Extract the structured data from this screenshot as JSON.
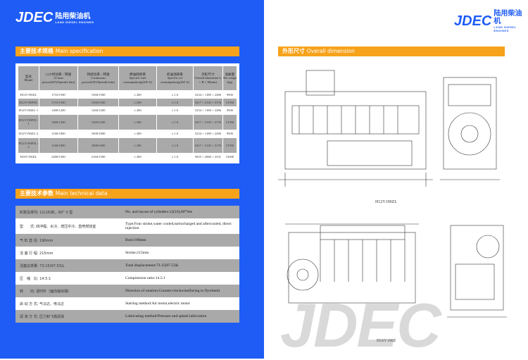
{
  "brand": {
    "logo": "JDEC",
    "name_cn": "陆用柴油机",
    "name_en": "LAND DIESEL ENGINES"
  },
  "colors": {
    "page_blue": "#1e5cf5",
    "accent_orange": "#f7a21b",
    "row_gray": "#a9a9a9"
  },
  "main_spec": {
    "title_cn": "主要技术规格",
    "title_en": "Main specification",
    "headers": [
      [
        "型号",
        "Model"
      ],
      [
        "12小时功率／转速",
        "12 hour power(kW)/Speed(r/min)"
      ],
      [
        "持续功率／转速",
        "Continuous power(kW)/Speed(r/min)"
      ],
      [
        "燃油耗耗率",
        "Specific fuel consumption(g/kW·h)"
      ],
      [
        "机油消耗率",
        "Specific oil consumption(g/kW·h)"
      ],
      [
        "外形尺寸",
        "Overall dimension L × B × H(mm)"
      ],
      [
        "净质量",
        "Net weigh (kg)"
      ]
    ],
    "rows": [
      [
        "H12V190ZL",
        "1710/1500",
        "1560/1500",
        "≤ 200",
        "≤ 1.0",
        "5234 × 1180 × 2286",
        "9500"
      ],
      [
        "H12V190PZL",
        "1710/1500",
        "1560/1500",
        "≤ 200",
        "≤ 1.0",
        "5417 × 3145 × 3176",
        "13760"
      ],
      [
        "H12V190ZL-1",
        "1400/1200",
        "1260/1200",
        "≤ 200",
        "≤ 1.0",
        "5234 × 1180 × 2286",
        "9500"
      ],
      [
        "H12V190PZL-1",
        "1400/1200",
        "1260/1200",
        "≤ 200",
        "≤ 1.0",
        "5417 × 3145 × 3176",
        "13760"
      ],
      [
        "H12V190ZL-2",
        "1160/1000",
        "1000/1000",
        "≤ 200",
        "≤ 1.0",
        "5234 × 1180 × 2286",
        "9500"
      ],
      [
        "H12V190PZL-2",
        "1160/1000",
        "1000/1000",
        "≤ 200",
        "≤ 1.0",
        "5417 × 3145 × 3176",
        "13760"
      ],
      [
        "H16V190ZL",
        "2400/1500",
        "2160/1500",
        "≤ 200",
        "≤ 1.0",
        "5925 × 2060 × 2331",
        "15600"
      ]
    ]
  },
  "tech": {
    "title_cn": "主要技术参数",
    "title_en": "Main technical data",
    "rows": [
      [
        "缸数及排列: 12(16)缸，60° V 型",
        "No. and layout of cylinders:12(16),60°Vee"
      ],
      [
        "型　　式: 四冲程、水冷、增压中冷、直喷燃烧室",
        "Type:Four stroke,water cooled,turbocharged and aftercooled, direct injection"
      ],
      [
        "气 缸 直 径: 190mm",
        "Bore:190mm"
      ],
      [
        "活 塞 行 程: 215mm",
        "Stroke:215mm"
      ],
      [
        "活塞总排量: 73.15(97.53)L",
        "Total displacement:73.15(97.53)L"
      ],
      [
        "压　缩　比: 14.5:1",
        "Compression ratio:14.5:1"
      ],
      [
        "转　　向: 逆时针（面向输出端）",
        "Direction of rotation:Counter-clockwise(facing to flywheel)"
      ],
      [
        "启 动 方 式: 气马达、电马达",
        "Starting method:Air motor,electric motor"
      ],
      [
        "润 滑 方 式: 压力和飞溅润滑",
        "Lubricating method:Pressure and splash lubrication"
      ]
    ]
  },
  "dimension": {
    "title_cn": "外形尺寸",
    "title_en": "Overall dimension",
    "caption1": "H12V190ZL",
    "caption2": "H16V190Z",
    "watermark": "JDEC"
  }
}
